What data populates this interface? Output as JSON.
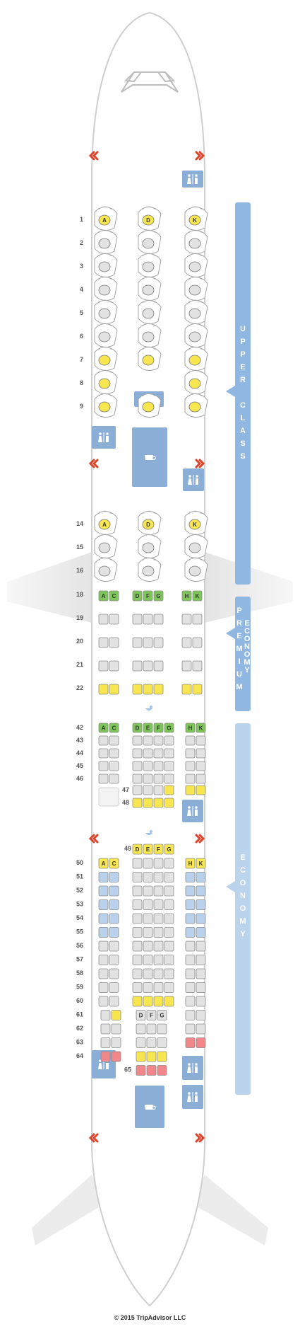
{
  "copyright": "© 2015 TripAdvisor LLC",
  "colors": {
    "standard": "#e2e2e2",
    "preferred": "#f7e64f",
    "extra_legroom": "#7fc65a",
    "blue_seat": "#b9d1ea",
    "limited": "#f2878b",
    "section_bar": "#8fb7e2",
    "facility": "#8aaed6",
    "exit": "#d9452b"
  },
  "sections": [
    {
      "name": "UPPER CLASS",
      "letters": [
        "U",
        "P",
        "P",
        "E",
        "R",
        "",
        "C",
        "L",
        "A",
        "S",
        "S"
      ]
    },
    {
      "name": "PREMIUM ECONOMY",
      "letters": [
        "P",
        "R",
        "E",
        "M",
        "I",
        "U",
        "M"
      ],
      "letters2": [
        "E",
        "C",
        "O",
        "N",
        "O",
        "M",
        "Y"
      ]
    },
    {
      "name": "ECONOMY",
      "letters": [
        "E",
        "C",
        "O",
        "N",
        "O",
        "M",
        "Y"
      ]
    }
  ],
  "upper_rows": [
    "1",
    "2",
    "3",
    "4",
    "5",
    "6",
    "7",
    "8",
    "9",
    "14",
    "15",
    "16"
  ],
  "upper_letters": [
    "A",
    "D",
    "K"
  ],
  "premium_rows": [
    "18",
    "19",
    "20",
    "21",
    "22"
  ],
  "premium_letters": {
    "left": [
      "A",
      "C"
    ],
    "mid": [
      "D",
      "F",
      "G"
    ],
    "right": [
      "H",
      "K"
    ]
  },
  "eco1_rows": [
    "42",
    "43",
    "44",
    "45",
    "46",
    "47",
    "48"
  ],
  "eco1_letters": {
    "left": [
      "A",
      "C"
    ],
    "mid": [
      "D",
      "E",
      "F",
      "G"
    ],
    "right": [
      "H",
      "K"
    ]
  },
  "eco2_rows": [
    "49",
    "50",
    "51",
    "52",
    "53",
    "54",
    "55",
    "56",
    "57",
    "58",
    "59",
    "60",
    "61",
    "62",
    "63",
    "64",
    "65"
  ],
  "eco2_letters": {
    "left": [
      "A",
      "C"
    ],
    "mid": [
      "D",
      "E",
      "F",
      "G"
    ],
    "right": [
      "H",
      "K"
    ]
  },
  "eco3_letters": [
    "D",
    "F",
    "G"
  ]
}
